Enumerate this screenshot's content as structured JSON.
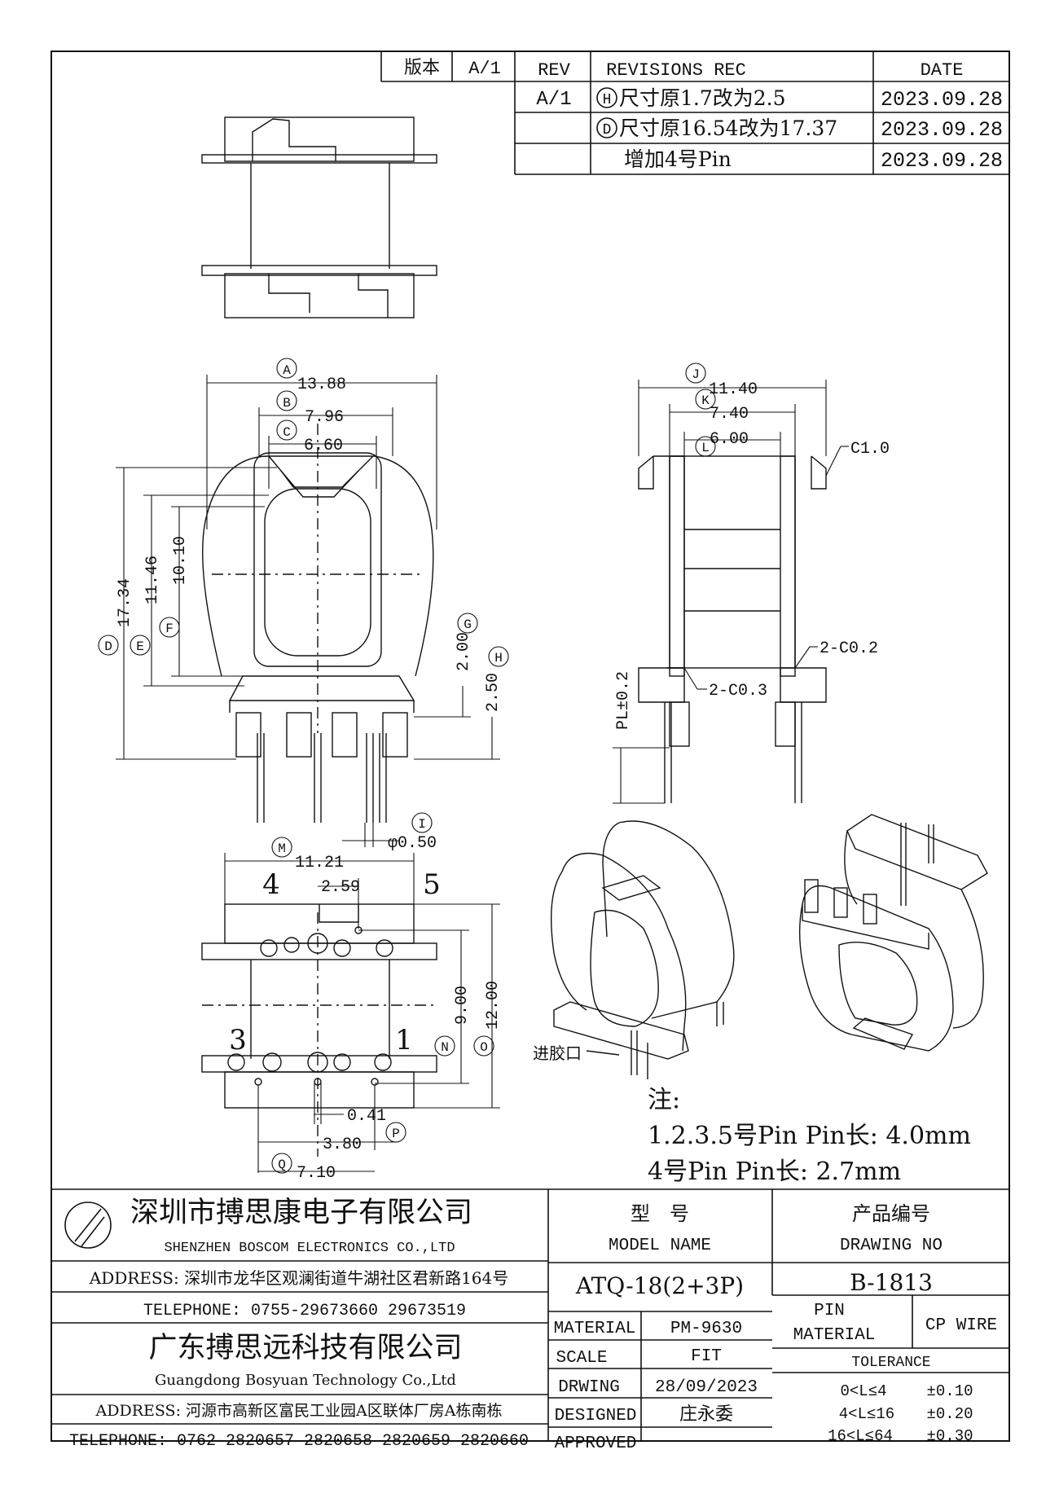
{
  "revision_table": {
    "version_label": "版本",
    "version_value": "A/1",
    "rev_header": "REV",
    "rec_header": "REVISIONS REC",
    "date_header": "DATE",
    "rev_value": "A/1",
    "rows": [
      {
        "mark": "H",
        "text": "尺寸原1.7改为2.5",
        "date": "2023.09.28"
      },
      {
        "mark": "D",
        "text": "尺寸原16.54改为17.37",
        "date": "2023.09.28"
      },
      {
        "mark": "",
        "text": "增加4号Pin",
        "date": "2023.09.28"
      }
    ]
  },
  "front_view": {
    "A": {
      "mark": "A",
      "value": "13.88"
    },
    "B": {
      "mark": "B",
      "value": "7.96"
    },
    "C": {
      "mark": "C",
      "value": "6.60"
    },
    "D": {
      "mark": "D",
      "value": "17.34"
    },
    "E": {
      "mark": "E",
      "value": "11.46"
    },
    "F": {
      "mark": "F",
      "value": "10.10"
    },
    "G": {
      "mark": "G",
      "value": "2.00"
    },
    "H": {
      "mark": "H",
      "value": "2.50"
    },
    "I": {
      "mark": "I",
      "value": "φ0.50"
    }
  },
  "side_view": {
    "J": {
      "mark": "J",
      "value": "11.40"
    },
    "K": {
      "mark": "K",
      "value": "7.40"
    },
    "L": {
      "mark": "L",
      "value": "6.00"
    },
    "chamfer_top": "C1.0",
    "chamfer_mid": "2-C0.2",
    "chamfer_low": "2-C0.3",
    "pin_length": "PL±0.2"
  },
  "bottom_view": {
    "M": {
      "mark": "M",
      "value": "11.21"
    },
    "gap": "2.59",
    "N": {
      "mark": "N",
      "value": "9.00"
    },
    "O": {
      "mark": "O",
      "value": "12.00"
    },
    "P": {
      "mark": "P",
      "value": "0.41"
    },
    "p_pitch": "3.80",
    "Q": {
      "mark": "Q",
      "value": "7.10"
    },
    "pin4": "4",
    "pin5": "5",
    "pin3": "3",
    "pin1": "1"
  },
  "iso_label": "进胶口",
  "notes": {
    "heading": "注:",
    "line1": "1.2.3.5号Pin Pin长: 4.0mm",
    "line2": "4号Pin Pin长: 2.7mm"
  },
  "title_block": {
    "company1_cn": "深圳市搏思康电子有限公司",
    "company1_en": "SHENZHEN BOSCOM ELECTRONICS CO.,LTD",
    "address1": "ADDRESS: 深圳市龙华区观澜街道牛湖社区君新路164号",
    "telephone1": "TELEPHONE: 0755-29673660 29673519",
    "company2_cn": "广东搏思远科技有限公司",
    "company2_en": "Guangdong Bosyuan Technology Co.,Ltd",
    "address2": "ADDRESS: 河源市高新区富民工业园A区联体厂房A栋南栋",
    "telephone2": "TELEPHONE: 0762-2820657 2820658 2820659 2820660",
    "model_label_cn": "型　号",
    "model_label_en": "MODEL NAME",
    "drawing_label_cn": "产品编号",
    "drawing_label_en": "DRAWING NO",
    "model_value": "ATQ-18(2+3P)",
    "drawing_value": "B-1813",
    "material_label": "MATERIAL",
    "material_value": "PM-9630",
    "pin_material_label1": "PIN",
    "pin_material_label2": "MATERIAL",
    "pin_material_value": "CP WIRE",
    "scale_label": "SCALE",
    "scale_value": "FIT",
    "tolerance_label": "TOLERANCE",
    "drawing_date_label": "DRWING",
    "drawing_date_value": "28/09/2023",
    "designed_label": "DESIGNED",
    "designed_value": "庄永委",
    "approved_label": "APPROVED",
    "approved_value": "",
    "tolerances": [
      {
        "range": "0<L≤4",
        "value": "±0.10"
      },
      {
        "range": "4<L≤16",
        "value": "±0.20"
      },
      {
        "range": "16<L≤64",
        "value": "±0.30"
      }
    ]
  }
}
